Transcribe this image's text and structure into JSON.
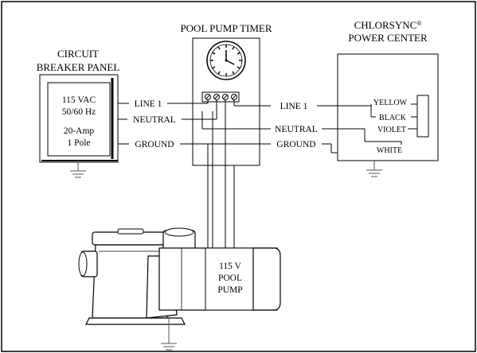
{
  "breaker_panel": {
    "title_line1": "CIRCUIT",
    "title_line2": "BREAKER PANEL",
    "voltage": "115 VAC",
    "frequency": "50/60 Hz",
    "amperage": "20-Amp",
    "poles": "1 Pole"
  },
  "timer": {
    "title": "POOL PUMP TIMER"
  },
  "power_center": {
    "title_line1": "CHLORSYNC",
    "trademark": "®",
    "title_line2": "POWER CENTER",
    "wire_colors": [
      "YELLOW",
      "BLACK",
      "VIOLET",
      "WHITE"
    ]
  },
  "wires": {
    "line1": "LINE 1",
    "neutral": "NEUTRAL",
    "ground": "GROUND"
  },
  "pump": {
    "voltage": "115 V",
    "label_line1": "POOL",
    "label_line2": "PUMP"
  }
}
